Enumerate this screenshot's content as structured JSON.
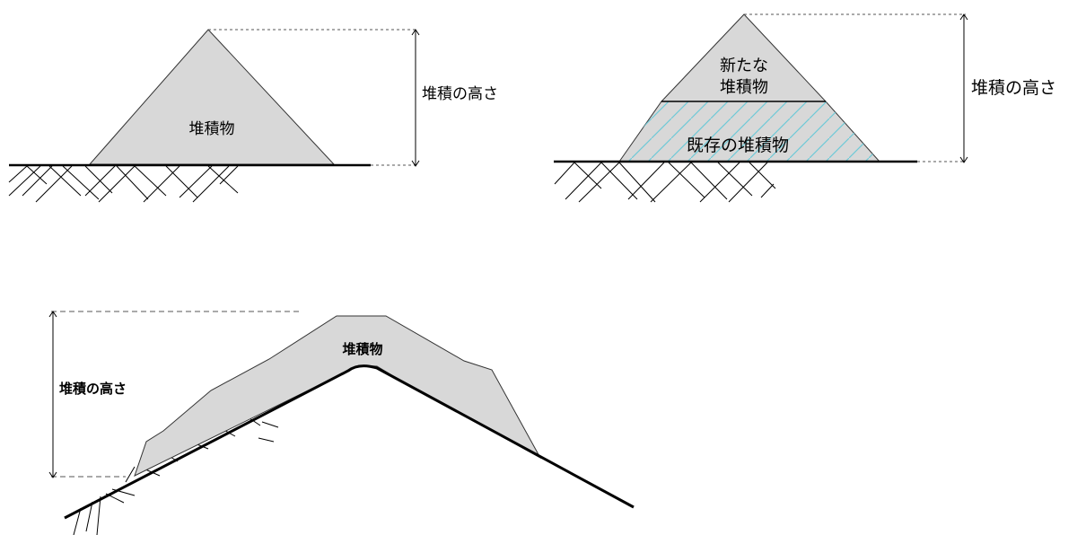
{
  "diagram1": {
    "pile_label": "堆積物",
    "height_label": "堆積の高さ"
  },
  "diagram2": {
    "new_pile_label_line1": "新たな",
    "new_pile_label_line2": "堆積物",
    "existing_pile_label": "既存の堆積物",
    "height_label": "堆積の高さ"
  },
  "diagram3": {
    "pile_label": "堆積物",
    "height_label": "堆積の高さ"
  },
  "colors": {
    "pile_fill": "#d8d8d8",
    "existing_hatch": "#6fc9d6",
    "line": "#000000",
    "dotted": "#555555"
  }
}
